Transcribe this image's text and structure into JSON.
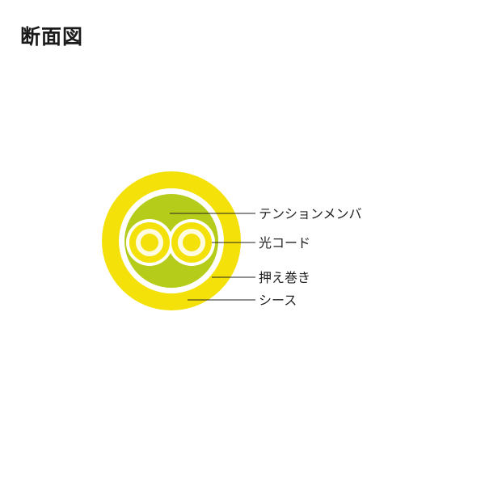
{
  "title": "断面図",
  "colors": {
    "sheath": "#f4e10a",
    "wrap": "#ffffff",
    "tension_member": "#b6cc1a",
    "fiber_outer": "#f4e10a",
    "fiber_gap": "#fffbe0",
    "fiber_core": "#f4e10a",
    "leader_line": "#222222",
    "text": "#222222"
  },
  "labels": {
    "tension_member": "テンションメンバ",
    "optical_cord": "光コード",
    "wrapping_tape": "押え巻き",
    "sheath": "シース"
  }
}
